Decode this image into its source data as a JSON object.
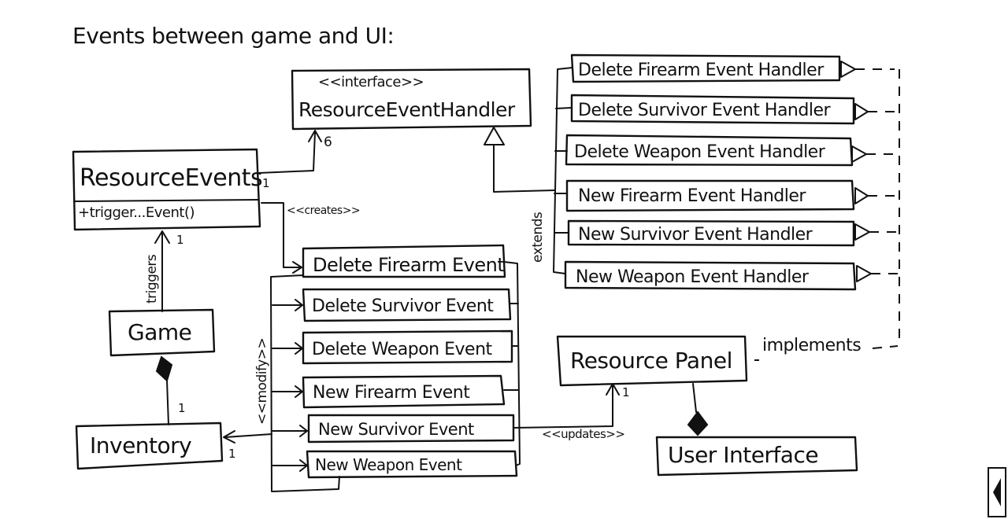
{
  "title": "Events between game and UI:",
  "interface_box": {
    "stereotype": "<<interface>>",
    "name": "ResourceEventHandler"
  },
  "resource_events": {
    "name": "ResourceEvents",
    "method": "+trigger...Event()"
  },
  "handlers": [
    "Delete Firearm Event Handler",
    "Delete Survivor Event Handler",
    "Delete Weapon Event Handler",
    "New Firearm Event Handler",
    "New Survivor Event Handler",
    "New Weapon Event Handler"
  ],
  "events": [
    "Delete Firearm Event",
    "Delete Survivor Event",
    "Delete Weapon Event",
    "New Firearm Event",
    "New Survivor Event",
    "New Weapon Event"
  ],
  "game": "Game",
  "inventory": "Inventory",
  "resource_panel": "Resource Panel",
  "user_interface": "User Interface",
  "labels": {
    "extends": "extends",
    "implements": "implements",
    "creates": "<<creates>>",
    "triggers": "triggers",
    "modify": "<<modify>>",
    "updates": "<<updates>>"
  },
  "multiplicities": {
    "handler_many": "6",
    "events_one": "1",
    "triggers_one": "1",
    "inventory_one": "1",
    "inventory_arrow_one": "1",
    "panel_one": "1"
  },
  "colors": {
    "ink": "#111111",
    "paper": "#ffffff"
  }
}
